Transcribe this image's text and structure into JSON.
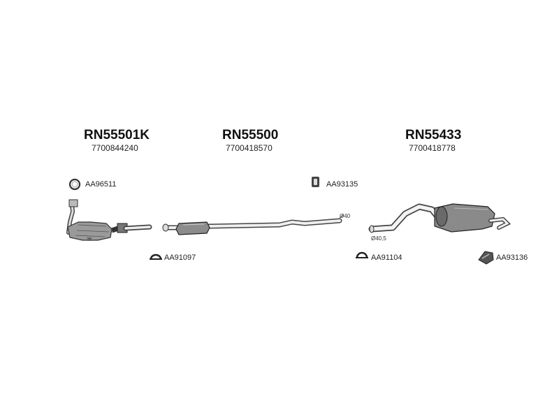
{
  "sections": [
    {
      "part_number": "RN55501K",
      "oem_number": "7700844240"
    },
    {
      "part_number": "RN55500",
      "oem_number": "7700418570"
    },
    {
      "part_number": "RN55433",
      "oem_number": "7700418778"
    }
  ],
  "fittings": {
    "ring": "AA96511",
    "hanger_mid": "AA93135",
    "clamp_front": "AA91097",
    "clamp_rear": "AA91104",
    "hanger_rear": "AA93136"
  },
  "dimensions": {
    "mid_pipe": "Ø40",
    "rear_pipe": "Ø40,5"
  },
  "icons": [
    "ring-gasket-icon",
    "rubber-hanger-icon",
    "pipe-clamp-icon",
    "bracket-icon"
  ]
}
